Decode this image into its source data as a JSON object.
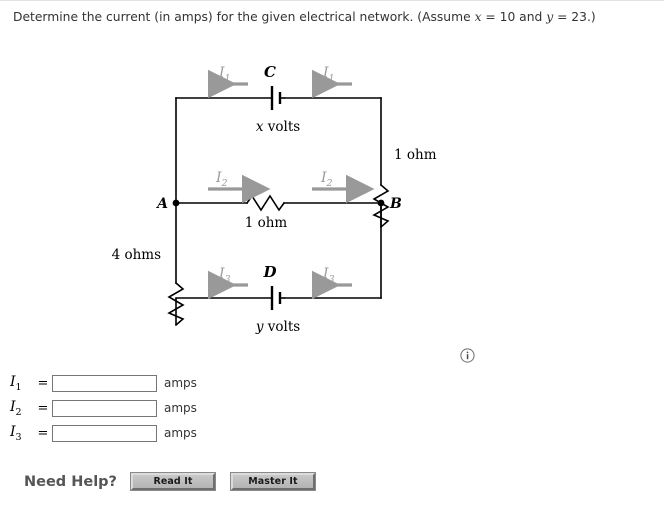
{
  "prompt": {
    "text_before": "Determine the current (in amps) for the given electrical network. (Assume ",
    "var_x": "x",
    "x_eq": " = 10 and ",
    "var_y": "y",
    "y_eq": " = 23.)"
  },
  "figure": {
    "node_a": "A",
    "node_b": "B",
    "source_c_label": "C",
    "source_c_value": "x volts",
    "source_d_label": "D",
    "source_d_value": "y volts",
    "resistor_left": "4 ohms",
    "resistor_middle": "1 ohm",
    "resistor_right": "1 ohm",
    "current_top_left": "I",
    "current_top_left_sub": "1",
    "current_top_right": "I",
    "current_top_right_sub": "1",
    "current_mid_left": "I",
    "current_mid_left_sub": "2",
    "current_mid_right": "I",
    "current_mid_right_sub": "2",
    "current_bot_left": "I",
    "current_bot_left_sub": "3",
    "current_bot_right": "I",
    "current_bot_right_sub": "3",
    "wire_color": "#000000",
    "arrow_color": "#999999"
  },
  "answers": {
    "units": "amps",
    "rows": [
      {
        "symbol": "I",
        "subscript": "1",
        "equals": "=",
        "value": "",
        "placeholder": ""
      },
      {
        "symbol": "I",
        "subscript": "2",
        "equals": "=",
        "value": "",
        "placeholder": ""
      },
      {
        "symbol": "I",
        "subscript": "3",
        "equals": "=",
        "value": "",
        "placeholder": ""
      }
    ]
  },
  "info_icon": {
    "glyph": "i"
  },
  "help": {
    "label": "Need Help?",
    "read_it": "Read It",
    "master_it": "Master It"
  }
}
